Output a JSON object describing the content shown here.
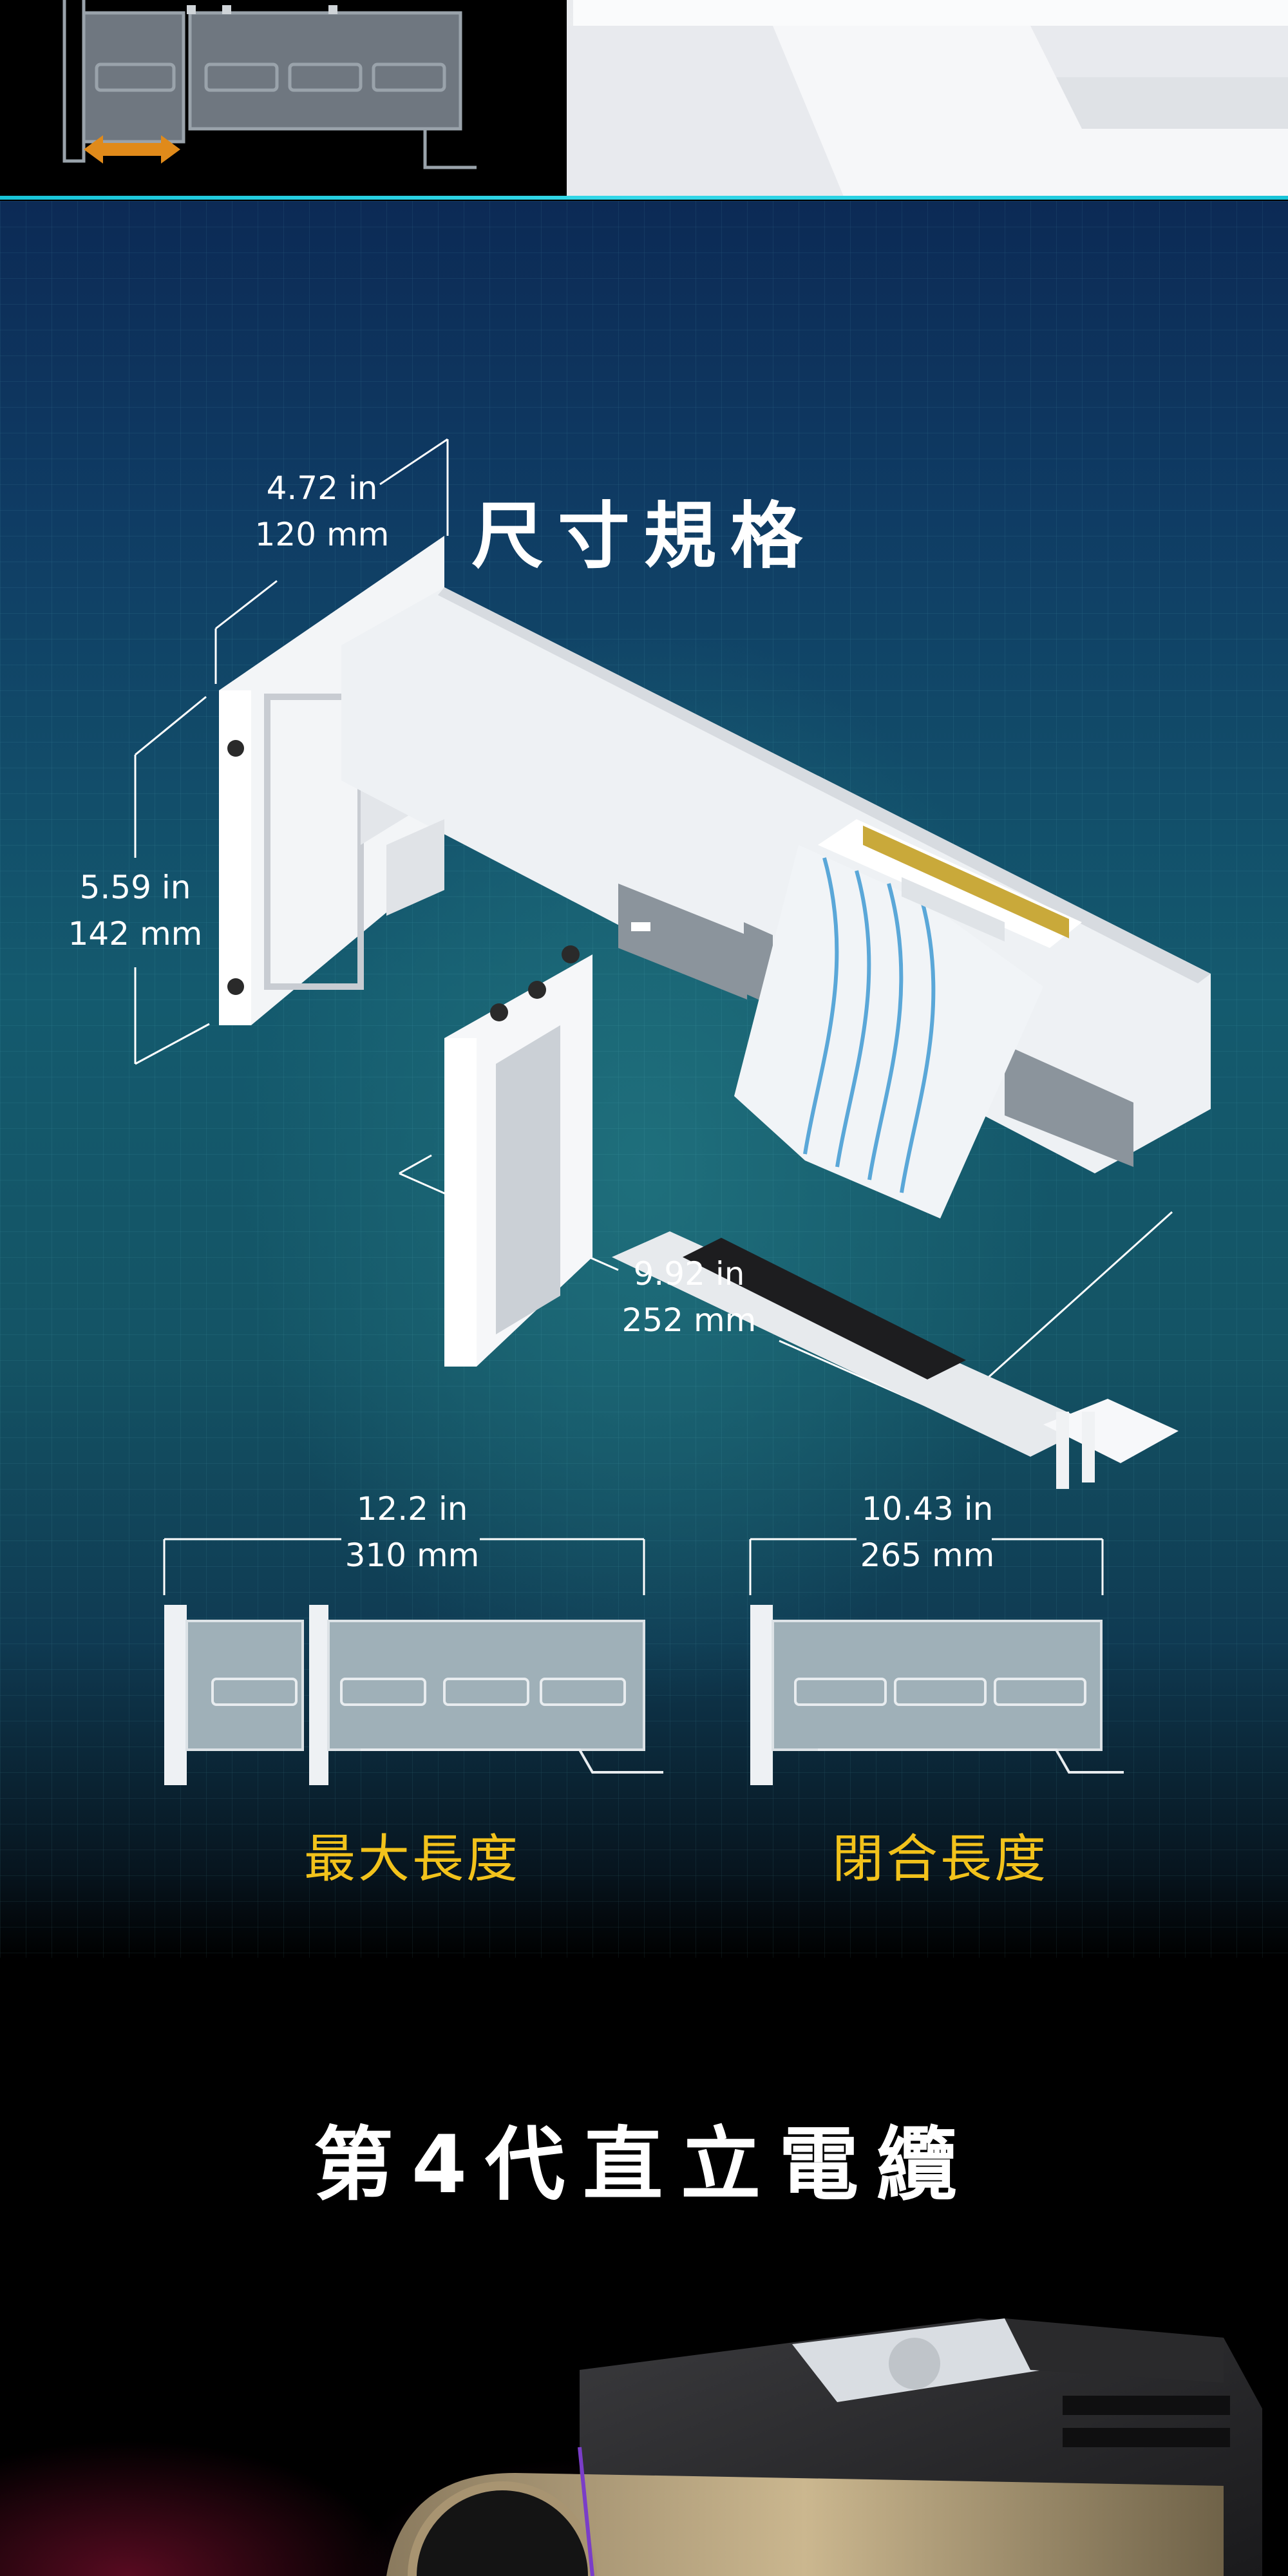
{
  "spec": {
    "title": "尺寸規格",
    "dims": {
      "width_in": "4.72 in",
      "width_mm": "120 mm",
      "height_in": "5.59 in",
      "height_mm": "142 mm",
      "depth_in": "9.92 in",
      "depth_mm": "252 mm",
      "max_in": "12.2 in",
      "max_mm": "310 mm",
      "closed_in": "10.43 in",
      "closed_mm": "265 mm"
    },
    "captions": {
      "max": "最大長度",
      "closed": "閉合長度"
    }
  },
  "gen4": {
    "title": "第4代直立電纜"
  },
  "colors": {
    "caption": "#f2c21b",
    "accent": "#22ccdd",
    "arrow": "#e08a1a"
  }
}
